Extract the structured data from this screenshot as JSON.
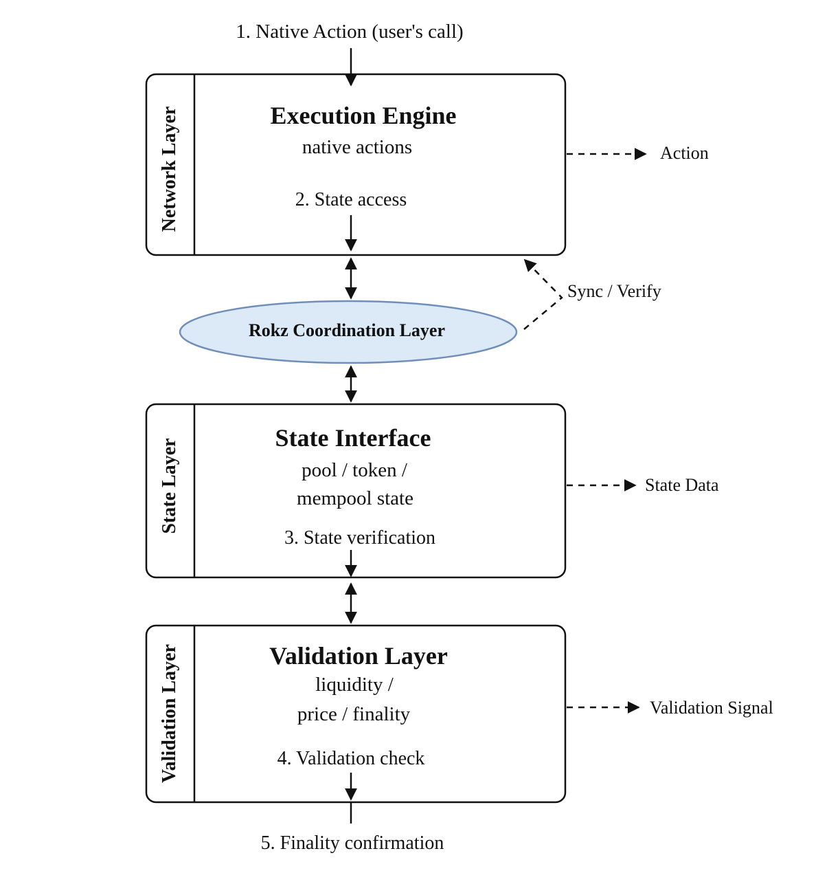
{
  "input_label": "1. Native Action (user's call)",
  "coordination": {
    "label": "Rokz Coordination Layer",
    "fill": "#dce9f7",
    "stroke": "#6f8fba"
  },
  "sync_label": "Sync / Verify",
  "layers": [
    {
      "side_label": "Network Layer",
      "title": "Execution Engine",
      "lines": [
        "native actions"
      ],
      "step": "2. State access",
      "output": "Action"
    },
    {
      "side_label": "State Layer",
      "title": "State Interface",
      "lines": [
        "pool / token /",
        "mempool state"
      ],
      "step": "3. State verification",
      "output": "State Data"
    },
    {
      "side_label": "Validation Layer",
      "title": "Validation Layer",
      "lines": [
        "liquidity /",
        "price / finality"
      ],
      "step": "4. Validation check",
      "output": "Validation Signal"
    }
  ],
  "final_label": "5. Finality confirmation"
}
